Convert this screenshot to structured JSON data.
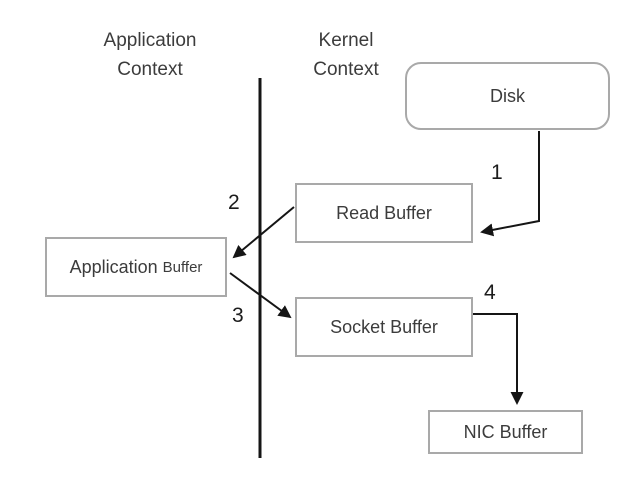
{
  "headers": {
    "app": {
      "line1": "Application",
      "line2": "Context"
    },
    "kernel": {
      "line1": "Kernel",
      "line2": "Context"
    }
  },
  "nodes": {
    "disk": {
      "label": "Disk"
    },
    "read_buffer": {
      "label": "Read Buffer"
    },
    "application_buffer": {
      "label_main": "Application",
      "label_sub": "Buffer"
    },
    "socket_buffer": {
      "label": "Socket Buffer"
    },
    "nic_buffer": {
      "label": "NIC Buffer"
    }
  },
  "steps": [
    {
      "num": "1",
      "from": "Disk",
      "to": "Read Buffer"
    },
    {
      "num": "2",
      "from": "Read Buffer",
      "to": "Application Buffer"
    },
    {
      "num": "3",
      "from": "Application Buffer",
      "to": "Socket Buffer"
    },
    {
      "num": "4",
      "from": "Socket Buffer",
      "to": "NIC Buffer"
    }
  ],
  "colors": {
    "box_border": "#a9a9a9",
    "line": "#151515",
    "text": "#3c3c3c"
  }
}
